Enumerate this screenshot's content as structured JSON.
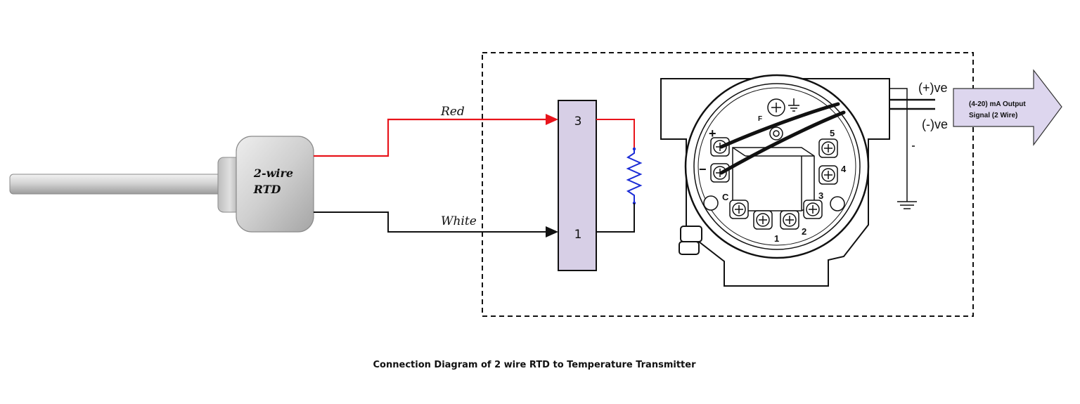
{
  "diagram": {
    "caption": "Connection Diagram of 2 wire RTD to Temperature Transmitter",
    "rtd": {
      "line1": "2-wire",
      "line2": "RTD"
    },
    "wires": {
      "red": {
        "label": "Red",
        "color": "#e8141b"
      },
      "white": {
        "label": "White",
        "color": "#111111"
      }
    },
    "terminal_block": {
      "top_terminal": "3",
      "bottom_terminal": "1",
      "fill": "#d7cfe6"
    },
    "transmitter": {
      "terminal_marks": {
        "plus": "+",
        "minus": "−",
        "f": "F",
        "c": "C",
        "t1": "1",
        "t2": "2",
        "t3": "3",
        "t4": "4",
        "t5": "5"
      }
    },
    "output": {
      "positive": "(+)ve",
      "negative": "(-)ve",
      "arrow_line1": "(4-20) mA Output",
      "arrow_line2": "Signal (2 Wire)",
      "arrow_fill": "#ddd6ee"
    },
    "colors": {
      "resistor": "#1a2bd6",
      "line": "#111111"
    }
  }
}
